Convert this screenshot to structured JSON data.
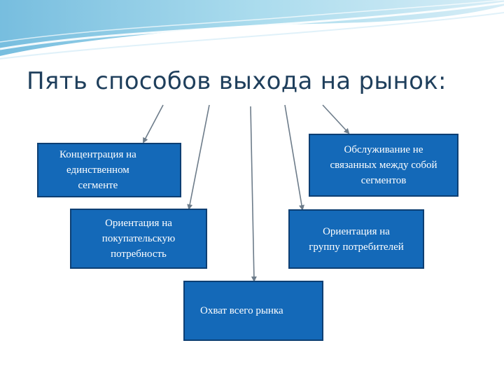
{
  "title": "Пять способов выхода на рынок:",
  "boxes": {
    "concentration": "Концентрация на\nединственном\nсегменте",
    "unrelated": "Обслуживание не\nсвязанных между собой\nсегментов",
    "need": "Ориентация на\nпокупательскую\nпотребность",
    "group": "Ориентация на\nгруппу потребителей",
    "whole": "Охват всего рынка"
  },
  "colors": {
    "box_fill": "#1469b8",
    "box_border": "#0d3f73",
    "title": "#1f3f5c",
    "wave": "#7fc6e3"
  }
}
